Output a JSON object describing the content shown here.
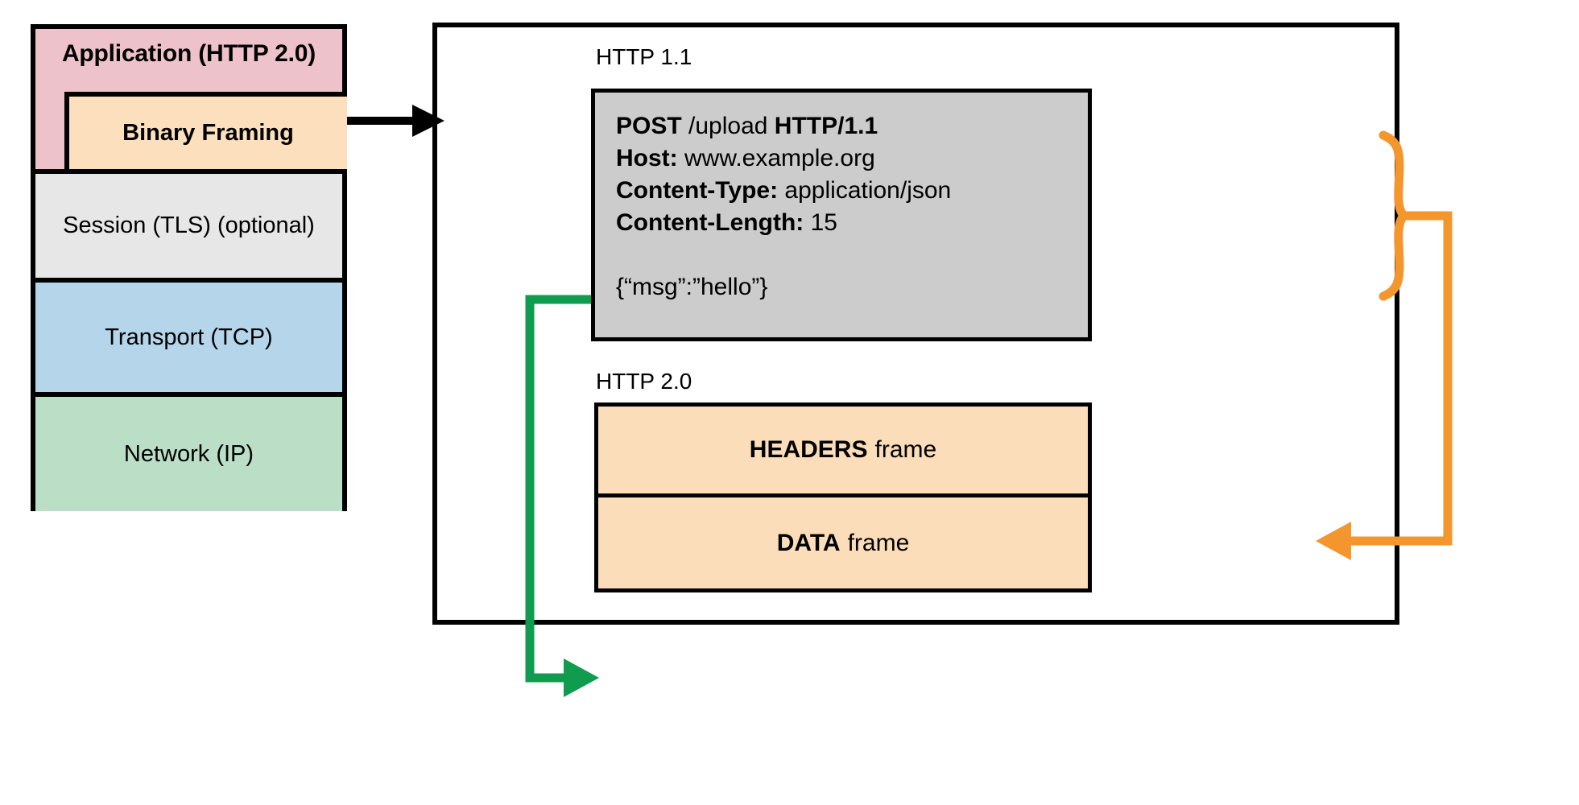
{
  "diagram": {
    "title": "HTTP 2.0 binary framing layer mapping of an HTTP 1.1 message to frames",
    "colors": {
      "application_layer": "#eec2ca",
      "binary_framing": "#fcdfbc",
      "session_layer": "#e7e7e7",
      "transport_layer": "#b4d5ea",
      "network_layer": "#bbdec6",
      "http11_message": "#cccccc",
      "frame_fill": "#fbddba",
      "headers_connector": "#f3962d",
      "data_connector": "#0f9c4f",
      "outline": "#000000"
    }
  },
  "protocol_stack": {
    "layers": [
      {
        "label": "Application (HTTP 2.0)",
        "sublayer": "Binary Framing"
      },
      {
        "label": "Session (TLS) (optional)"
      },
      {
        "label": "Transport (TCP)"
      },
      {
        "label": "Network (IP)"
      }
    ]
  },
  "main_panel": {
    "http11": {
      "label": "HTTP 1.1",
      "request_line": {
        "method": "POST",
        "path": " /upload ",
        "version": "HTTP/1.1"
      },
      "headers": [
        {
          "name": "Host:",
          "value": " www.example.org"
        },
        {
          "name": "Content-Type:",
          "value": " application/json"
        },
        {
          "name": "Content-Length:",
          "value": " 15"
        }
      ],
      "body": "{“msg”:”hello”}"
    },
    "http20": {
      "label": "HTTP 2.0",
      "frames": [
        {
          "kind": "HEADERS",
          "word": "frame"
        },
        {
          "kind": "DATA",
          "word": "frame"
        }
      ]
    }
  },
  "connectors": {
    "stack_to_panel": "black-arrow-right",
    "headers_brace": "orange-curly-brace",
    "headers_arrow": "orange-elbow-arrow-left",
    "data_arrow": "green-elbow-arrow-right"
  }
}
